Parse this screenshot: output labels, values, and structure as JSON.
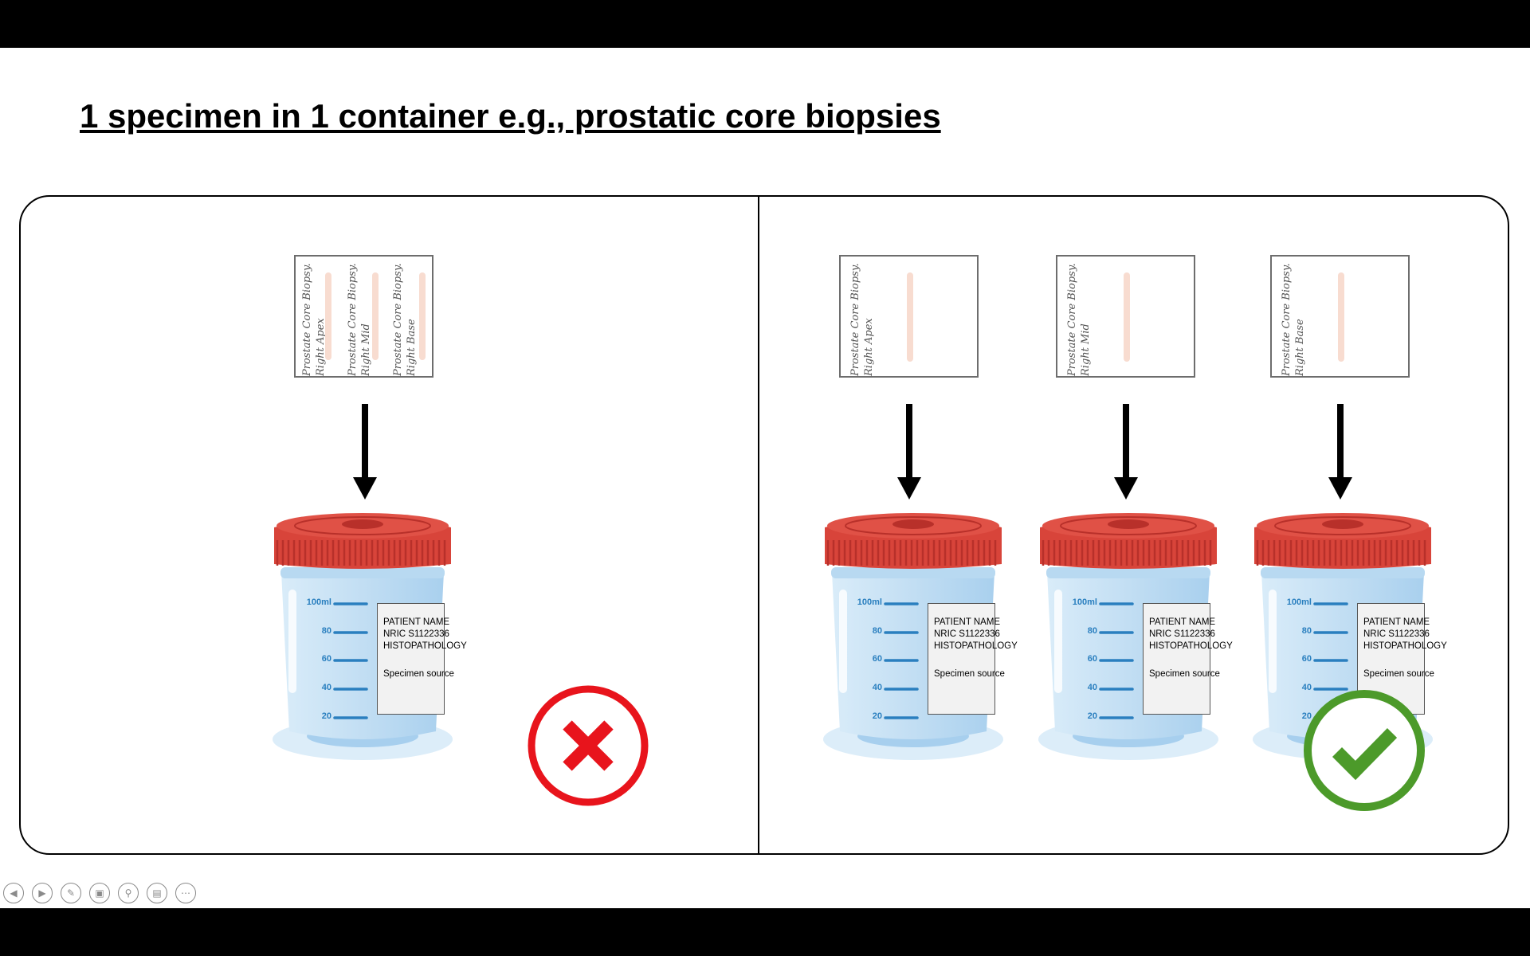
{
  "slide": {
    "title": "1 specimen in 1 container e.g., prostatic core biopsies"
  },
  "wrong_panel": {
    "slip": {
      "labels": [
        {
          "line1": "Prostate Core Biopsy.",
          "line2": "Right Apex"
        },
        {
          "line1": "Prostate Core Biopsy.",
          "line2": "Right Mid"
        },
        {
          "line1": "Prostate Core Biopsy.",
          "line2": "Right Base"
        }
      ]
    },
    "status_icon": "cross-icon"
  },
  "correct_panel": {
    "slips": [
      {
        "line1": "Prostate Core Biopsy.",
        "line2": "Right Apex"
      },
      {
        "line1": "Prostate Core Biopsy.",
        "line2": "Right Mid"
      },
      {
        "line1": "Prostate Core Biopsy.",
        "line2": "Right Base"
      }
    ],
    "status_icon": "check-icon"
  },
  "jar": {
    "scale": [
      "100ml",
      "80",
      "60",
      "40",
      "20"
    ],
    "label_lines": [
      "PATIENT NAME",
      "NRIC S1122336",
      "HISTOPATHOLOGY",
      "",
      "Specimen source"
    ]
  },
  "colors": {
    "cap": "#d8443a",
    "cap_ridge": "#b8302a",
    "jar_body": "#cfe6f6",
    "scale": "#2a7fbf",
    "core": "#f8dcd0",
    "cross": "#e8141c",
    "check": "#4c9a2a"
  },
  "toolbar": {
    "buttons": [
      "previous-icon",
      "next-icon",
      "pen-icon",
      "slides-icon",
      "zoom-icon",
      "subtitles-icon",
      "more-icon"
    ]
  }
}
